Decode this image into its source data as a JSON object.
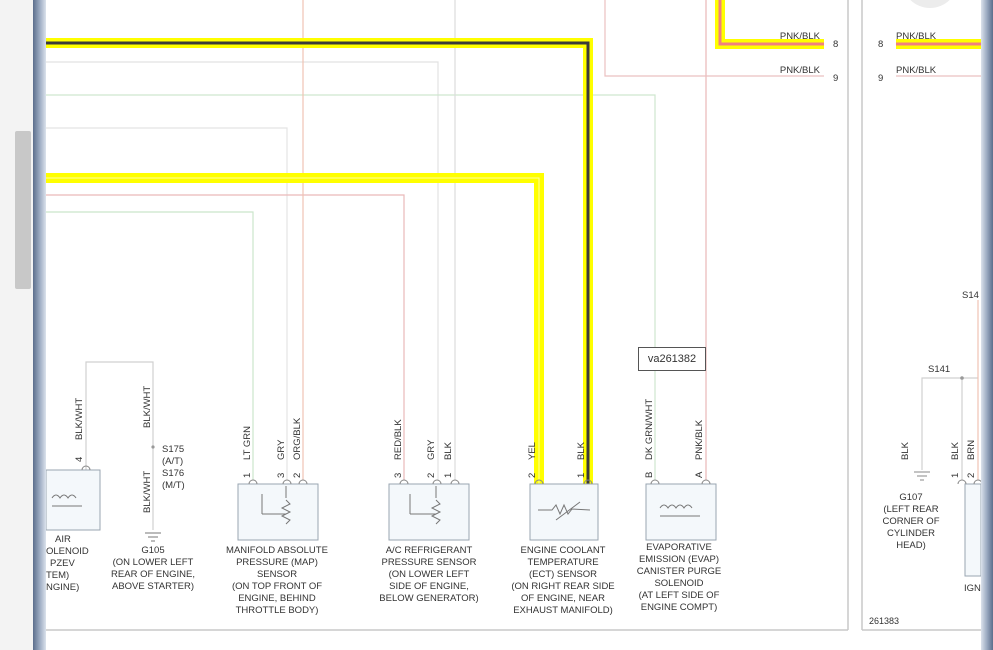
{
  "tooltip": "va261382",
  "figure_ids": [
    "261383"
  ],
  "wire_labels": {
    "pnk_blk_8_left": "PNK/BLK",
    "pnk_blk_9_left": "PNK/BLK",
    "pnk_blk_8_right": "PNK/BLK",
    "pnk_blk_9_right": "PNK/BLK",
    "pin_8_left": "8",
    "pin_9_left": "9",
    "pin_8_right": "8",
    "pin_9_right": "9"
  },
  "splices": {
    "s175": "S175",
    "s175_note": "(A/T)",
    "s176": "S176",
    "s176_note": "(M/T)",
    "s141": "S141",
    "s14x": "S14"
  },
  "components": [
    {
      "pins": [
        {
          "num": "4",
          "wire": "BLK/WHT"
        }
      ],
      "lines": [
        "AIR",
        "OLENOID",
        "PZEV",
        "TEM)",
        "NGINE)"
      ]
    },
    {
      "pins": [
        {
          "num": "",
          "wire": "BLK/WHT"
        },
        {
          "num": "",
          "wire": "BLK/WHT"
        }
      ],
      "lines": [
        "G105",
        "(ON LOWER LEFT",
        "REAR OF ENGINE,",
        "ABOVE STARTER)"
      ]
    },
    {
      "pins": [
        {
          "num": "1",
          "wire": "LT GRN"
        },
        {
          "num": "3",
          "wire": "GRY"
        },
        {
          "num": "2",
          "wire": "ORG/BLK"
        }
      ],
      "lines": [
        "MANIFOLD ABSOLUTE",
        "PRESSURE (MAP)",
        "SENSOR",
        "(ON TOP FRONT OF",
        "ENGINE, BEHIND",
        "THROTTLE BODY)"
      ]
    },
    {
      "pins": [
        {
          "num": "3",
          "wire": "RED/BLK"
        },
        {
          "num": "2",
          "wire": "GRY"
        },
        {
          "num": "1",
          "wire": "BLK"
        }
      ],
      "lines": [
        "A/C REFRIGERANT",
        "PRESSURE SENSOR",
        "(ON LOWER LEFT",
        "SIDE OF ENGINE,",
        "BELOW GENERATOR)"
      ]
    },
    {
      "pins": [
        {
          "num": "2",
          "wire": "YEL"
        },
        {
          "num": "1",
          "wire": "BLK"
        }
      ],
      "lines": [
        "ENGINE COOLANT",
        "TEMPERATURE",
        "(ECT) SENSOR",
        "(ON RIGHT REAR SIDE",
        "OF ENGINE, NEAR",
        "EXHAUST MANIFOLD)"
      ]
    },
    {
      "pins": [
        {
          "num": "B",
          "wire": "DK GRN/WHT"
        },
        {
          "num": "A",
          "wire": "PNK/BLK"
        }
      ],
      "lines": [
        "EVAPORATIVE",
        "EMISSION (EVAP)",
        "CANISTER PURGE",
        "SOLENOID",
        "(AT LEFT SIDE OF",
        "ENGINE COMPT)"
      ]
    },
    {
      "pins": [
        {
          "num": "",
          "wire": "BLK"
        }
      ],
      "lines": [
        "G107",
        "(LEFT REAR",
        "CORNER OF",
        "CYLINDER",
        "HEAD)"
      ]
    },
    {
      "pins": [
        {
          "num": "1",
          "wire": "BLK"
        },
        {
          "num": "2",
          "wire": "BRN"
        }
      ],
      "lines": [
        "IGN"
      ]
    }
  ],
  "colors": {
    "highlight": "#ffff00",
    "pink_wire": "#f4a6a6",
    "green_wire": "#b7ddb7",
    "gray_wire": "#cfcfcf"
  }
}
